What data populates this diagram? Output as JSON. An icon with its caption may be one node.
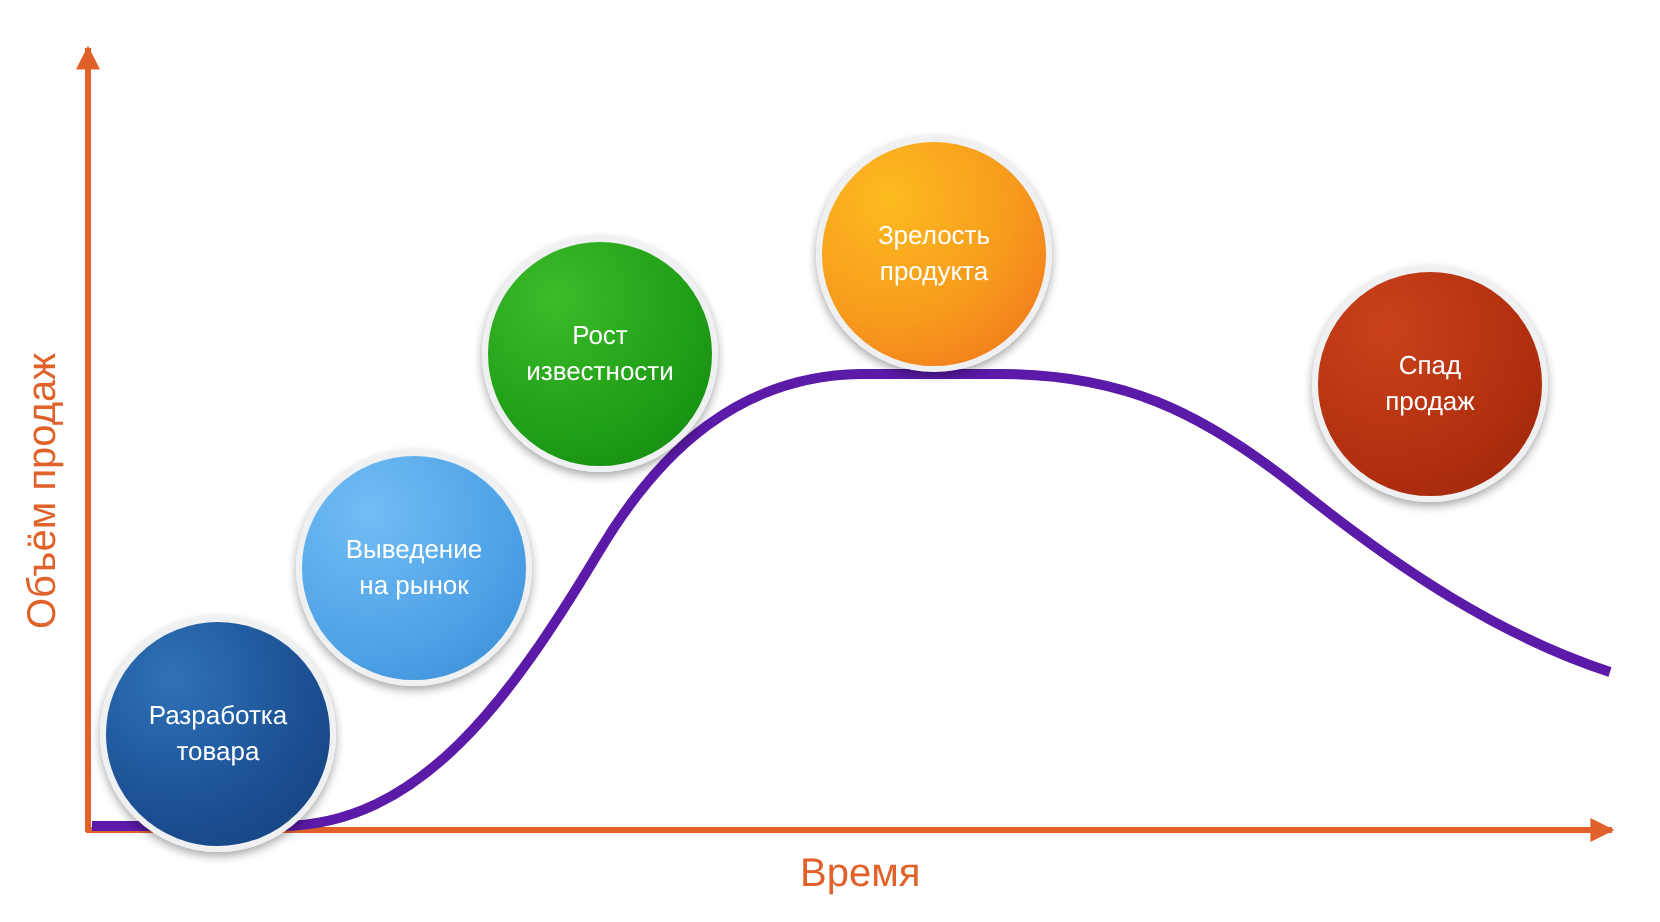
{
  "diagram": {
    "nodes": [
      {
        "text": [
          "Разработка товара"
        ]
      },
      {
        "text": [
          "Выведение на рынок"
        ]
      },
      {
        "text": [
          "Рост известности"
        ]
      },
      {
        "text": [
          "Зрелость продукта"
        ]
      },
      {
        "text": [
          "Спад продаж"
        ]
      }
    ],
    "labels": [
      "Объём продаж",
      "Время"
    ]
  }
}
